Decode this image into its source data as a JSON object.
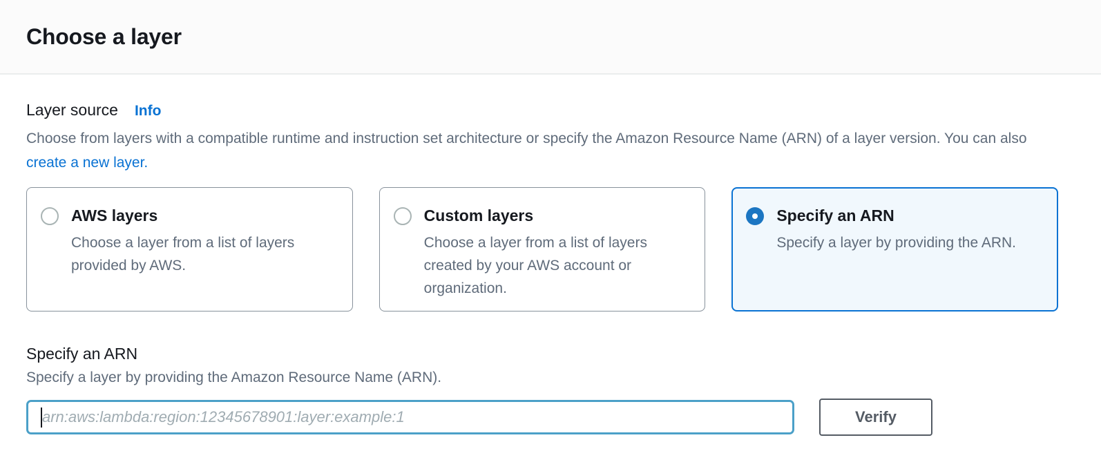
{
  "panel": {
    "title": "Choose a layer"
  },
  "layer_source": {
    "label": "Layer source",
    "info_link": "Info",
    "description_text": "Choose from layers with a compatible runtime and instruction set architecture or specify the Amazon Resource Name (ARN) of a layer version. You can also ",
    "description_link": "create a new layer.",
    "options": [
      {
        "title": "AWS layers",
        "description": "Choose a layer from a list of layers provided by AWS.",
        "selected": false
      },
      {
        "title": "Custom layers",
        "description": "Choose a layer from a list of layers created by your AWS account or organization.",
        "selected": false
      },
      {
        "title": "Specify an ARN",
        "description": "Specify a layer by providing the ARN.",
        "selected": true
      }
    ]
  },
  "arn_section": {
    "label": "Specify an ARN",
    "description": "Specify a layer by providing the Amazon Resource Name (ARN).",
    "input_value": "",
    "input_placeholder": "arn:aws:lambda:region:12345678901:layer:example:1",
    "verify_button": "Verify"
  },
  "colors": {
    "accent_blue": "#0972d3",
    "selected_card_bg": "#f1f8fd",
    "input_focus_border": "#4ba0c8",
    "text_dark": "#16191f",
    "text_gray": "#5f6b7a",
    "button_border": "#545b64"
  }
}
